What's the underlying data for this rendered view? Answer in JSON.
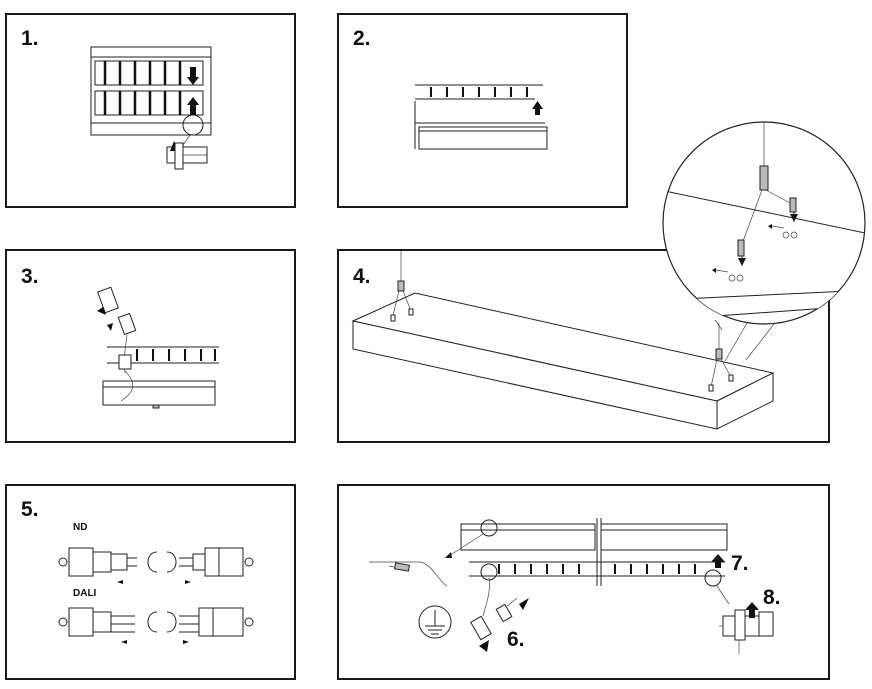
{
  "steps": [
    {
      "id": 1,
      "label": "1."
    },
    {
      "id": 2,
      "label": "2."
    },
    {
      "id": 3,
      "label": "3."
    },
    {
      "id": 4,
      "label": "4."
    },
    {
      "id": 5,
      "label": "5."
    },
    {
      "id": 6,
      "label": "6."
    },
    {
      "id": 7,
      "label": "7."
    },
    {
      "id": 8,
      "label": "8."
    }
  ],
  "connectors": {
    "nd_label": "ND",
    "dali_label": "DALI"
  },
  "colors": {
    "line": "#222222",
    "background": "#ffffff"
  }
}
